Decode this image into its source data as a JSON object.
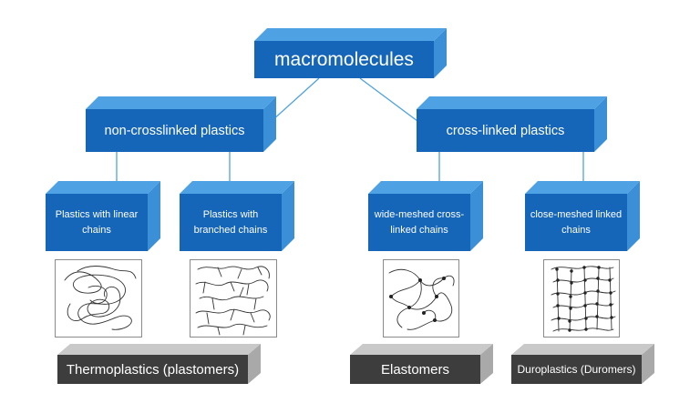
{
  "root": {
    "label": "macromolecules"
  },
  "groups": [
    {
      "label": "non-crosslinked plastics"
    },
    {
      "label": "cross-linked plastics"
    }
  ],
  "types": [
    {
      "label": "Plastics with linear chains"
    },
    {
      "label": "Plastics with branched chains"
    },
    {
      "label": "wide-meshed cross-linked chains"
    },
    {
      "label": "close-meshed linked chains"
    }
  ],
  "classes": [
    {
      "label": "Thermoplastics (plastomers)"
    },
    {
      "label": "Elastomers"
    },
    {
      "label": "Duroplastics (Duromers)"
    }
  ],
  "colors": {
    "box": "#1565b8",
    "box_side": "#3a8fd6",
    "box_top": "#4ea2e3",
    "class_box": "#3d3d3d",
    "class_side": "#a9a9a9",
    "connector": "#4ea2e3"
  }
}
